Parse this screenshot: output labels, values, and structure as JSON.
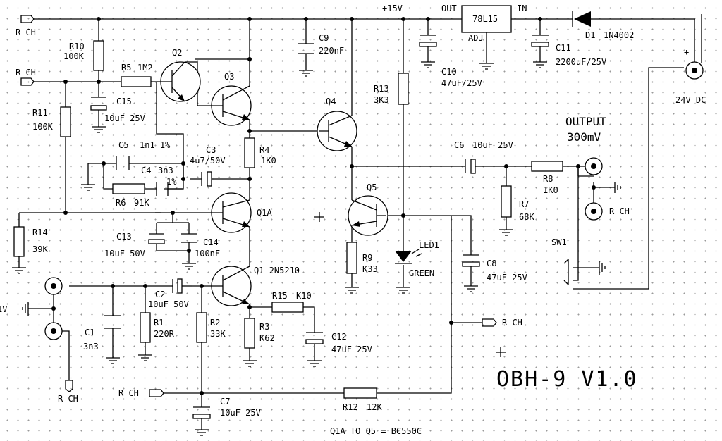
{
  "labels": {
    "rch_in1": "R CH",
    "rch_in2": "R CH",
    "rch_c1": "R CH",
    "rch_c7": "R CH",
    "rch_c8": "R CH",
    "rch_out": "R CH",
    "v15": "+15V",
    "out": "OUT",
    "in": "IN",
    "reg": "78L15",
    "adj": "ADJ",
    "output_title": "OUTPUT",
    "output_level": "300mV",
    "dc_in": "24V DC",
    "plus_dc": "+",
    "left_cut": "1V",
    "title": "OBH-9 V1.0",
    "footer": "Q1A TO Q5 = BC550C",
    "sw1": "SW1",
    "led": "LED1",
    "green": "GREEN"
  },
  "components": {
    "r10": {
      "ref": "R10",
      "val": "100K"
    },
    "r5": {
      "ref": "R5",
      "val": "1M2"
    },
    "r11": {
      "ref": "R11",
      "val": "100K"
    },
    "r4": {
      "ref": "R4",
      "val": "1K0"
    },
    "r6": {
      "ref": "R6",
      "val": "91K"
    },
    "r14": {
      "ref": "R14",
      "val": "39K"
    },
    "r13": {
      "ref": "R13",
      "val": "3K3"
    },
    "r9": {
      "ref": "R9",
      "val": "K33"
    },
    "r7": {
      "ref": "R7",
      "val": "68K"
    },
    "r8": {
      "ref": "R8",
      "val": "1K0"
    },
    "r1": {
      "ref": "R1",
      "val": "220R"
    },
    "r2": {
      "ref": "R2",
      "val": "33K"
    },
    "r3": {
      "ref": "R3",
      "val": "K62"
    },
    "r15": {
      "ref": "R15",
      "val": "K10"
    },
    "r12": {
      "ref": "R12",
      "val": "12K"
    },
    "c15": {
      "ref": "C15",
      "val": "10uF 25V"
    },
    "c9": {
      "ref": "C9",
      "val": "220nF"
    },
    "c10": {
      "ref": "C10",
      "val": "47uF/25V"
    },
    "c11": {
      "ref": "C11",
      "val": "2200uF/25V"
    },
    "c5": {
      "ref": "C5",
      "val": "1n1 1%"
    },
    "c3": {
      "ref": "C3",
      "val": "4u7/50V"
    },
    "c4": {
      "ref": "C4",
      "val": "3n3"
    },
    "c4_tol": "1%",
    "c6": {
      "ref": "C6",
      "val": "10uF 25V"
    },
    "c13": {
      "ref": "C13",
      "val": "10uF 50V"
    },
    "c14": {
      "ref": "C14",
      "val": "100nF"
    },
    "c8": {
      "ref": "C8",
      "val": "47uF 25V"
    },
    "c2": {
      "ref": "C2",
      "val": "10uF 50V"
    },
    "c1": {
      "ref": "C1",
      "val": "3n3"
    },
    "c12": {
      "ref": "C12",
      "val": "47uF 25V"
    },
    "c7": {
      "ref": "C7",
      "val": "10uF 25V"
    },
    "d1": {
      "ref": "D1",
      "val": "1N4002"
    },
    "q1": "Q1 2N5210",
    "q1a": "Q1A",
    "q2": "Q2",
    "q3": "Q3",
    "q4": "Q4",
    "q5": "Q5"
  }
}
